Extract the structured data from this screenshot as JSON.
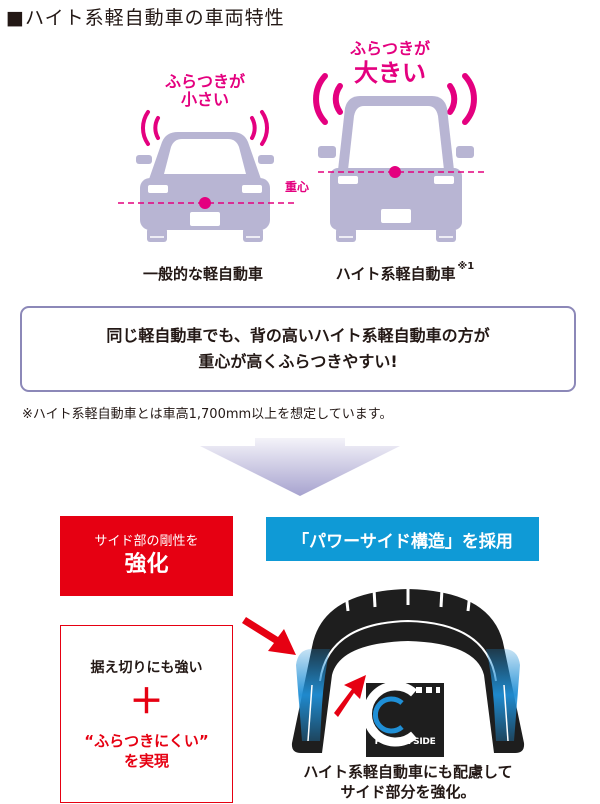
{
  "title": "■ハイト系軽自動車の車両特性",
  "cars": {
    "small_wobble": [
      "ふらつきが",
      "小さい"
    ],
    "large_wobble": [
      "ふらつきが",
      "大きい"
    ],
    "cog_label": "重心",
    "kei_label": "一般的な軽自動車",
    "high_label": "ハイト系軽自動車",
    "high_note_mark": "※1"
  },
  "message": [
    "同じ軽自動車でも、背の高いハイト系軽自動車の方が",
    "重心が高くふらつきやすい!"
  ],
  "footnote": "※ハイト系軽自動車とは車高1,700mm以上を想定しています。",
  "feature": {
    "red_small": "サイド部の剛性を",
    "red_big": "強化",
    "blue_label": "「パワーサイド構造」を採用",
    "benefit_1": "据え切りにも強い",
    "plus": "＋",
    "benefit_2": "“ふらつきにくい”",
    "benefit_3": "を実現",
    "power_side": "POWER SIDE",
    "tire_caption": [
      "ハイト系軽自動車にも配慮して",
      "サイド部分を強化。"
    ]
  },
  "colors": {
    "accent_magenta": "#e4007f",
    "car_body": "#b8b5d3",
    "red": "#e60012",
    "blue": "#0f9ad6",
    "box_border": "#8c88b8"
  }
}
